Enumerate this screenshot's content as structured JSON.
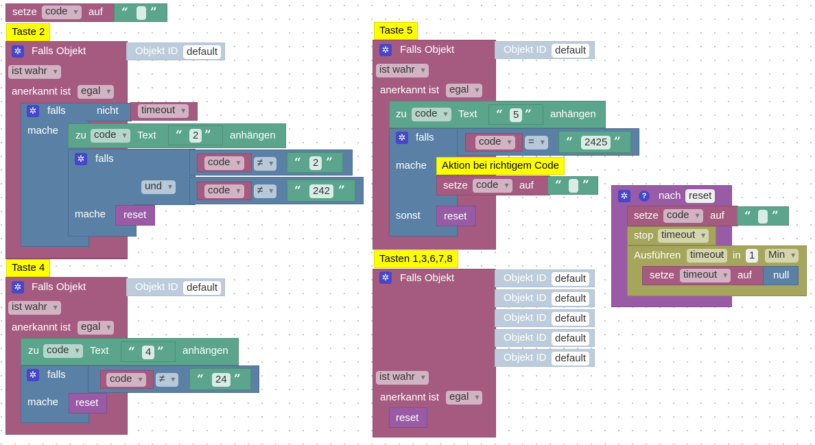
{
  "kw": {
    "set": "setze",
    "to": "auf",
    "falls_objekt": "Falls Objekt",
    "objekt_id": "Objekt ID",
    "default_val": "default",
    "ist_wahr": "ist wahr",
    "anerkannt_ist": "anerkannt ist",
    "egal": "egal",
    "falls": "falls",
    "nicht": "nicht",
    "mache": "mache",
    "zu": "zu",
    "text": "Text",
    "anhaengen": "anhängen",
    "und": "und",
    "ungleich": "≠",
    "gleich": "=",
    "sonst": "sonst",
    "reset": "reset",
    "nach": "nach",
    "stop": "stop",
    "ausfuehren": "Ausführen",
    "in": "in",
    "min": "Min",
    "null": "null",
    "timeout": "timeout",
    "code": "code",
    "q_open": "“",
    "q_close": "”"
  },
  "comments": {
    "taste2": "Taste 2",
    "taste4": "Taste 4",
    "taste5": "Taste 5",
    "tasten_rest": "Tasten 1,3,6,7,8",
    "aktion": "Aktion bei richtigem Code"
  },
  "values": {
    "d2": "2",
    "d4": "4",
    "d5": "5",
    "c2": "2",
    "c242": "242",
    "c24": "24",
    "c2425": "2425",
    "one": "1",
    "empty": " "
  }
}
